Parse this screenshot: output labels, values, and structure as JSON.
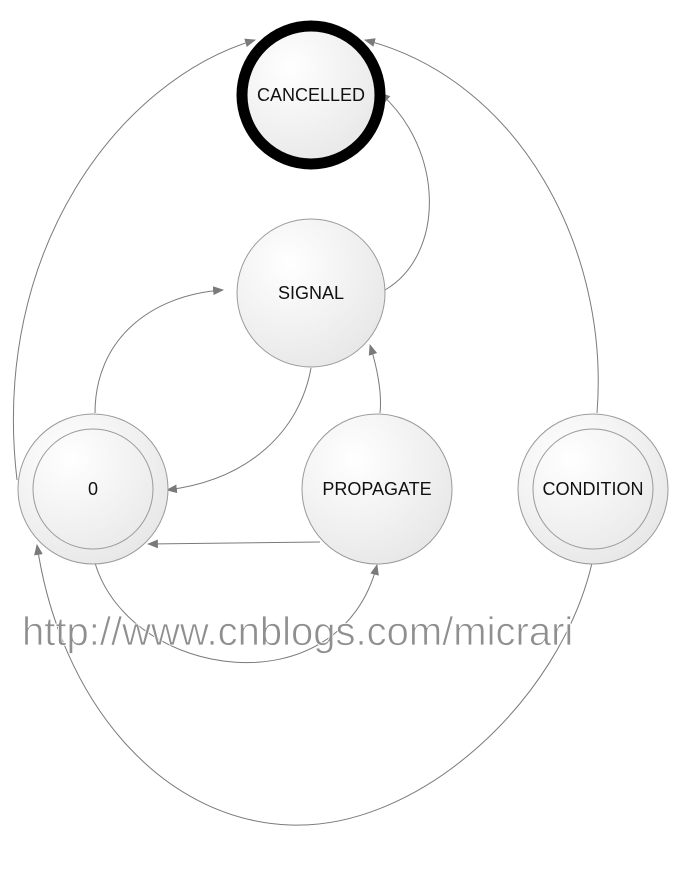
{
  "diagram": {
    "nodes": {
      "cancelled": {
        "label": "CANCELLED"
      },
      "signal": {
        "label": "SIGNAL"
      },
      "zero": {
        "label": "0"
      },
      "propagate": {
        "label": "PROPAGATE"
      },
      "condition": {
        "label": "CONDITION"
      }
    },
    "edges": [
      {
        "from": "SIGNAL",
        "to": "CANCELLED"
      },
      {
        "from": "0",
        "to": "SIGNAL"
      },
      {
        "from": "SIGNAL",
        "to": "0"
      },
      {
        "from": "PROPAGATE",
        "to": "SIGNAL"
      },
      {
        "from": "PROPAGATE",
        "to": "0"
      },
      {
        "from": "0",
        "to": "PROPAGATE"
      },
      {
        "from": "0",
        "to": "CANCELLED"
      },
      {
        "from": "CONDITION",
        "to": "CANCELLED"
      },
      {
        "from": "CONDITION",
        "to": "0"
      }
    ],
    "edge_color": "#7a7a7a",
    "node_fill_light": "#ffffff",
    "node_fill_dark": "#e9e9e9",
    "node_stroke": "#9a9a9a",
    "cancelled_border": "#000000"
  },
  "watermark": {
    "text": "http://www.cnblogs.com/micrari",
    "color": "#8f8f8f"
  }
}
